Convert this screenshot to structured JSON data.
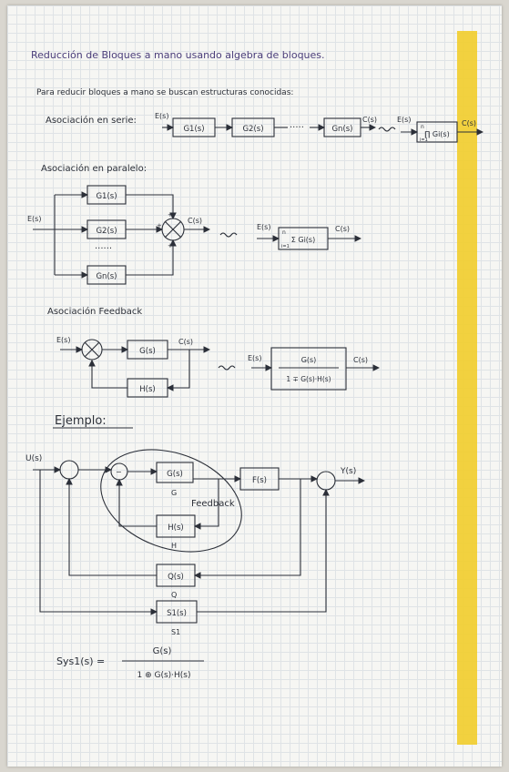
{
  "title": "Reducción de Bloques a mano usando algebra de bloques.",
  "intro": "Para reducir bloques a mano se buscan estructuras conocidas:",
  "serie": {
    "label": "Asociación en serie:",
    "input": "E(s)",
    "blocks": [
      "G1(s)",
      "G2(s)",
      "Gn(s)"
    ],
    "output": "C(s)",
    "eq_input": "E(s)",
    "eq_block": "∏ Gi(s)",
    "eq_top": "n",
    "eq_bottom": "i=1",
    "eq_output": "C(s)"
  },
  "paralelo": {
    "label": "Asociación en paralelo:",
    "input": "E(s)",
    "blocks": [
      "G1(s)",
      "G2(s)",
      "Gn(s)"
    ],
    "output": "C(s)",
    "eq_input": "E(s)",
    "eq_block": "Σ Gi(s)",
    "eq_top": "n",
    "eq_bottom": "i=1",
    "eq_output": "C(s)"
  },
  "feedback": {
    "label": "Asociación Feedback",
    "input": "E(s)",
    "forward": "G(s)",
    "back": "H(s)",
    "output": "C(s)",
    "eq_input": "E(s)",
    "eq_num": "G(s)",
    "eq_den": "1 ∓ G(s)·H(s)",
    "eq_output": "C(s)"
  },
  "ejemplo": {
    "label": "Ejemplo:",
    "input": "U(s)",
    "output": "Y(s)",
    "g": "G(s)",
    "g_name": "G",
    "h": "H(s)",
    "h_name": "H",
    "f": "F(s)",
    "q": "Q(s)",
    "q_name": "Q",
    "s1": "S1(s)",
    "s1_name": "S1",
    "feedback_note": "Feedback",
    "sys_label": "Sys1(s) =",
    "sys_num": "G(s)",
    "sys_den": "1 ⊕ G(s)·H(s)"
  },
  "colors": {
    "ink": "#2b2f38",
    "highlighter": "#f2cd2b",
    "title_ink": "#4a3d7a"
  }
}
